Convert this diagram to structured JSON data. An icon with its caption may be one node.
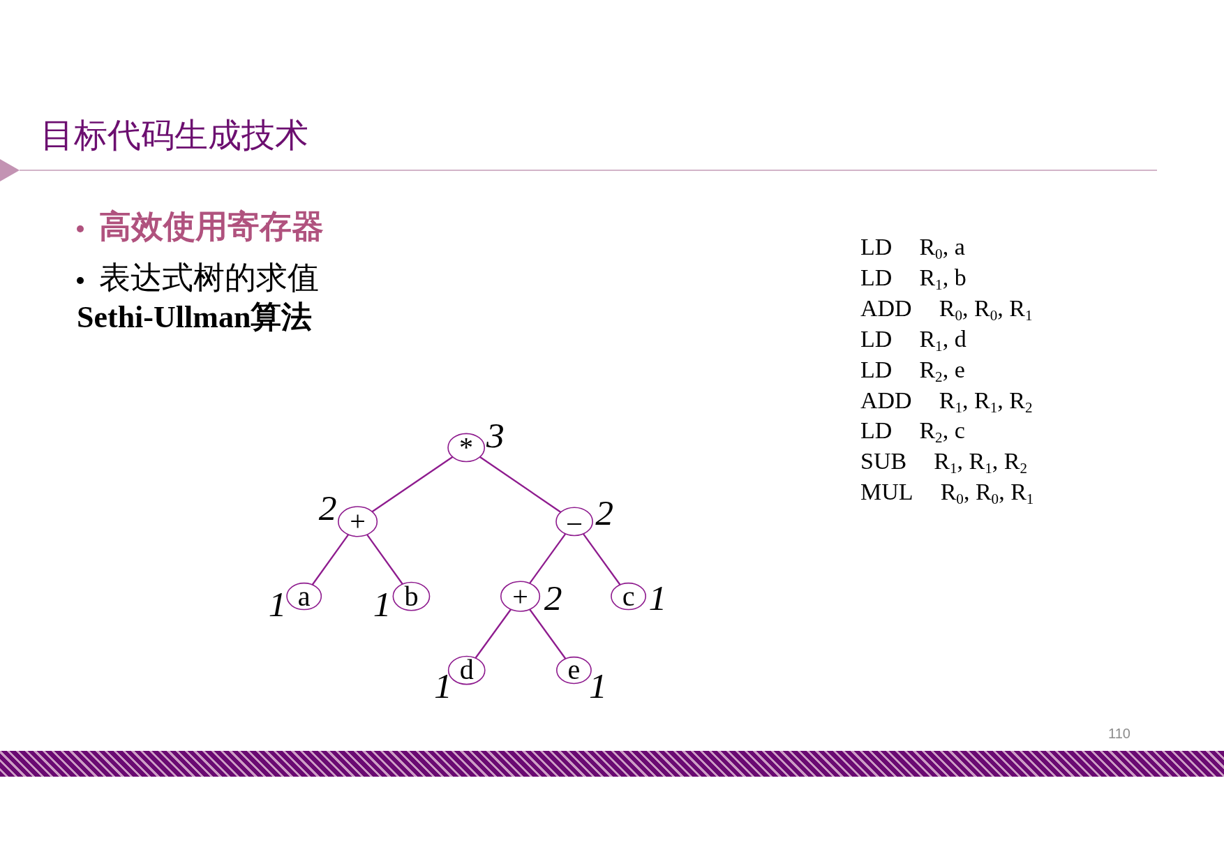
{
  "diagram": {
    "title": "目标代码生成技术",
    "nodes": [
      {
        "text": [
          "*"
        ],
        "beside": [
          "3"
        ]
      },
      {
        "text": [
          "+"
        ],
        "beside": [
          "2"
        ]
      },
      {
        "text": [
          "–"
        ],
        "beside": [
          "2"
        ]
      },
      {
        "text": [
          "a"
        ],
        "beside": [
          "1"
        ]
      },
      {
        "text": [
          "b"
        ],
        "beside": [
          "1"
        ]
      },
      {
        "text": [
          "+"
        ],
        "beside": [
          "2"
        ]
      },
      {
        "text": [
          "c"
        ],
        "beside": [
          "1"
        ]
      },
      {
        "text": [
          "d"
        ],
        "beside": [
          "1"
        ]
      },
      {
        "text": [
          "e"
        ],
        "beside": [
          "1"
        ]
      }
    ],
    "edges": [
      {
        "from": 0,
        "to": 1,
        "arrow": "none"
      },
      {
        "from": 0,
        "to": 2,
        "arrow": "none"
      },
      {
        "from": 1,
        "to": 3,
        "arrow": "none"
      },
      {
        "from": 1,
        "to": 4,
        "arrow": "none"
      },
      {
        "from": 2,
        "to": 5,
        "arrow": "none"
      },
      {
        "from": 2,
        "to": 6,
        "arrow": "none"
      },
      {
        "from": 5,
        "to": 7,
        "arrow": "none"
      },
      {
        "from": 5,
        "to": 8,
        "arrow": "none"
      }
    ],
    "labels": [
      "高效使用寄存器",
      "表达式树的求值",
      "Sethi-Ullman算法",
      "LD R$_{0}$, a",
      "LD R$_{1}$, b",
      "ADD R$_{0}$, R$_{0}$, R$_{1}$",
      "LD R$_{1}$, d",
      "LD R$_{2}$, e",
      "ADD R$_{1}$, R$_{1}$, R$_{2}$",
      "LD R$_{2}$, c",
      "SUB R$_{1}$, R$_{1}$, R$_{2}$",
      "MUL R$_{0}$, R$_{0}$, R$_{1}$",
      "110"
    ]
  }
}
